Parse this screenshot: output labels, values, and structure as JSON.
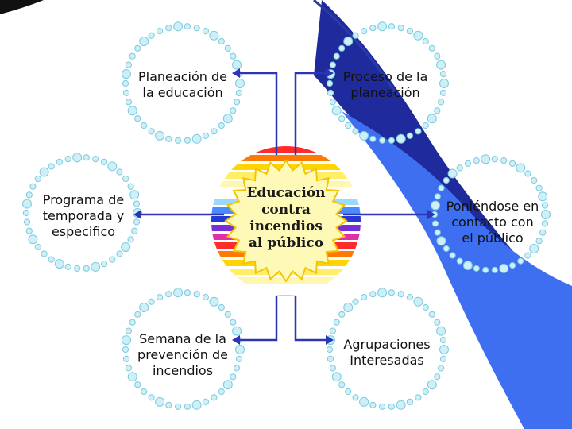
{
  "diagram": {
    "center": {
      "lines": [
        "Educación",
        "contra",
        "incendios",
        "al público"
      ]
    },
    "nodes": {
      "top_left": {
        "lines": [
          "Planeación de",
          "la educación"
        ]
      },
      "top_right": {
        "lines": [
          "Proceso de la",
          "planeación"
        ]
      },
      "mid_left": {
        "lines": [
          "Programa de",
          "temporada y",
          "especifico"
        ]
      },
      "mid_right": {
        "lines": [
          "Poniéndose en",
          "contacto con",
          "el público"
        ]
      },
      "bottom_left": {
        "lines": [
          "Semana de la",
          "prevención de",
          "incendios"
        ]
      },
      "bottom_right": {
        "lines": [
          "Agrupaciones",
          "Interesadas"
        ]
      }
    },
    "colors": {
      "arrow": "#2d35b5",
      "bead": "#cfeff7",
      "bead_stroke": "#7ccbe0",
      "swoosh_dark": "#1f2a9c",
      "swoosh_light": "#3d6ff0",
      "rainbow": [
        "#ff2a2a",
        "#ff7a00",
        "#ffd400",
        "#ffee66",
        "#fff6b0",
        "#ffffff",
        "#9bd9ff",
        "#4a8cff",
        "#2438d6",
        "#7a2fd6",
        "#e02fa8"
      ]
    }
  }
}
